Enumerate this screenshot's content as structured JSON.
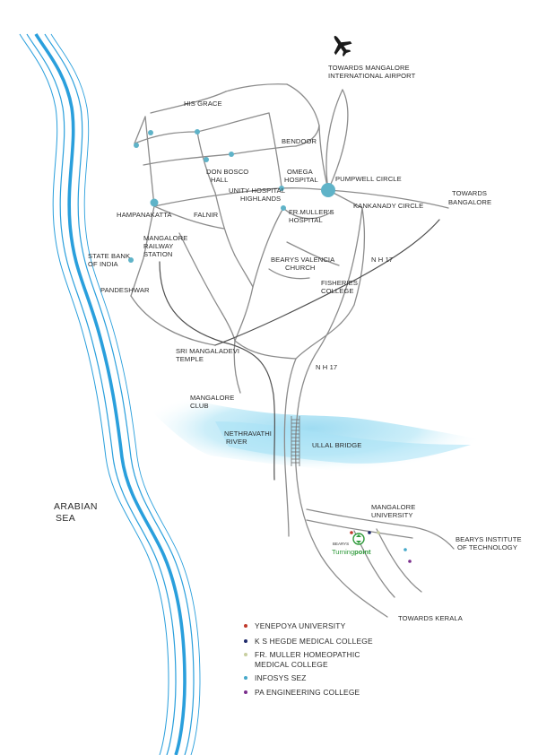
{
  "colors": {
    "sea_lines": "#2a9fdc",
    "river": "#bde9f7",
    "road": "#8c8c8c",
    "rail": "#505050",
    "junction": "#5fb3c8",
    "yenepoya": "#c0392b",
    "ks_hegde": "#1f2a6b",
    "fr_muller_homeopathic": "#c8cfa0",
    "infosys": "#45a8c9",
    "pa_engineering": "#7a2e8c"
  },
  "icons": {
    "airport": "airplane-icon",
    "brand_logo": "recycle-logo"
  },
  "labels": {
    "airport_1": "TOWARDS MANGALORE",
    "airport_2": "INTERNATIONAL AIRPORT",
    "his_grace": "HIS GRACE",
    "bendoor": "BENDOOR",
    "don_bosco_1": "DON BOSCO",
    "don_bosco_2": "HALL",
    "omega_1": "OMEGA",
    "omega_2": "HOSPITAL",
    "pumpwell": "PUMPWELL CIRCLE",
    "unity_1": "UNITY HOSPITAL",
    "unity_2": "HIGHLANDS",
    "towards_bangalore_1": "TOWARDS",
    "towards_bangalore_2": "BANGALORE",
    "hampankatta": "HAMPANAKATTA",
    "falnir": "FALNIR",
    "fr_muller_1": "FR.MULLER'S",
    "fr_muller_2": "HOSPITAL",
    "kankanady": "KANKANADY CIRCLE",
    "railway_1": "MANGALORE",
    "railway_2": "RAILWAY",
    "railway_3": "STATION",
    "sbi_1": "STATE BANK",
    "sbi_2": "OF INDIA",
    "bearys_valencia_1": "BEARYS VALENCIA",
    "bearys_valencia_2": "CHURCH",
    "nh17_a": "N H 17",
    "fisheries_1": "FISHERIES",
    "fisheries_2": "COLLEGE",
    "pandeshwar": "PANDESHWAR",
    "mangaladevi_1": "SRI MANGALADEVI",
    "mangaladevi_2": "TEMPLE",
    "nh17_b": "N H 17",
    "mangalore_club_1": "MANGALORE",
    "mangalore_club_2": "CLUB",
    "nethravathi_1": "NETHRAVATHI",
    "nethravathi_2": "RIVER",
    "ullal_bridge": "ULLAL BRIDGE",
    "arabian_sea_1": "ARABIAN",
    "arabian_sea_2": "SEA",
    "mangalore_univ_1": "MANGALORE",
    "mangalore_univ_2": "UNIVERSITY",
    "bearys_inst_1": "BEARYS INSTITUTE",
    "bearys_inst_2": "OF TECHNOLOGY",
    "brand_small": "BEARYS",
    "brand_name_a": "Turning",
    "brand_name_b": "point",
    "towards_kerala": "TOWARDS KERALA"
  },
  "legend": [
    {
      "label": "YENEPOYA UNIVERSITY",
      "color": "#c0392b"
    },
    {
      "label": "K S HEGDE MEDICAL COLLEGE",
      "color": "#1f2a6b"
    },
    {
      "label": "FR. MULLER HOMEOPATHIC\nMEDICAL COLLEGE",
      "color": "#c8cfa0"
    },
    {
      "label": "INFOSYS SEZ",
      "color": "#45a8c9"
    },
    {
      "label": "PA ENGINEERING COLLEGE",
      "color": "#7a2e8c"
    }
  ]
}
